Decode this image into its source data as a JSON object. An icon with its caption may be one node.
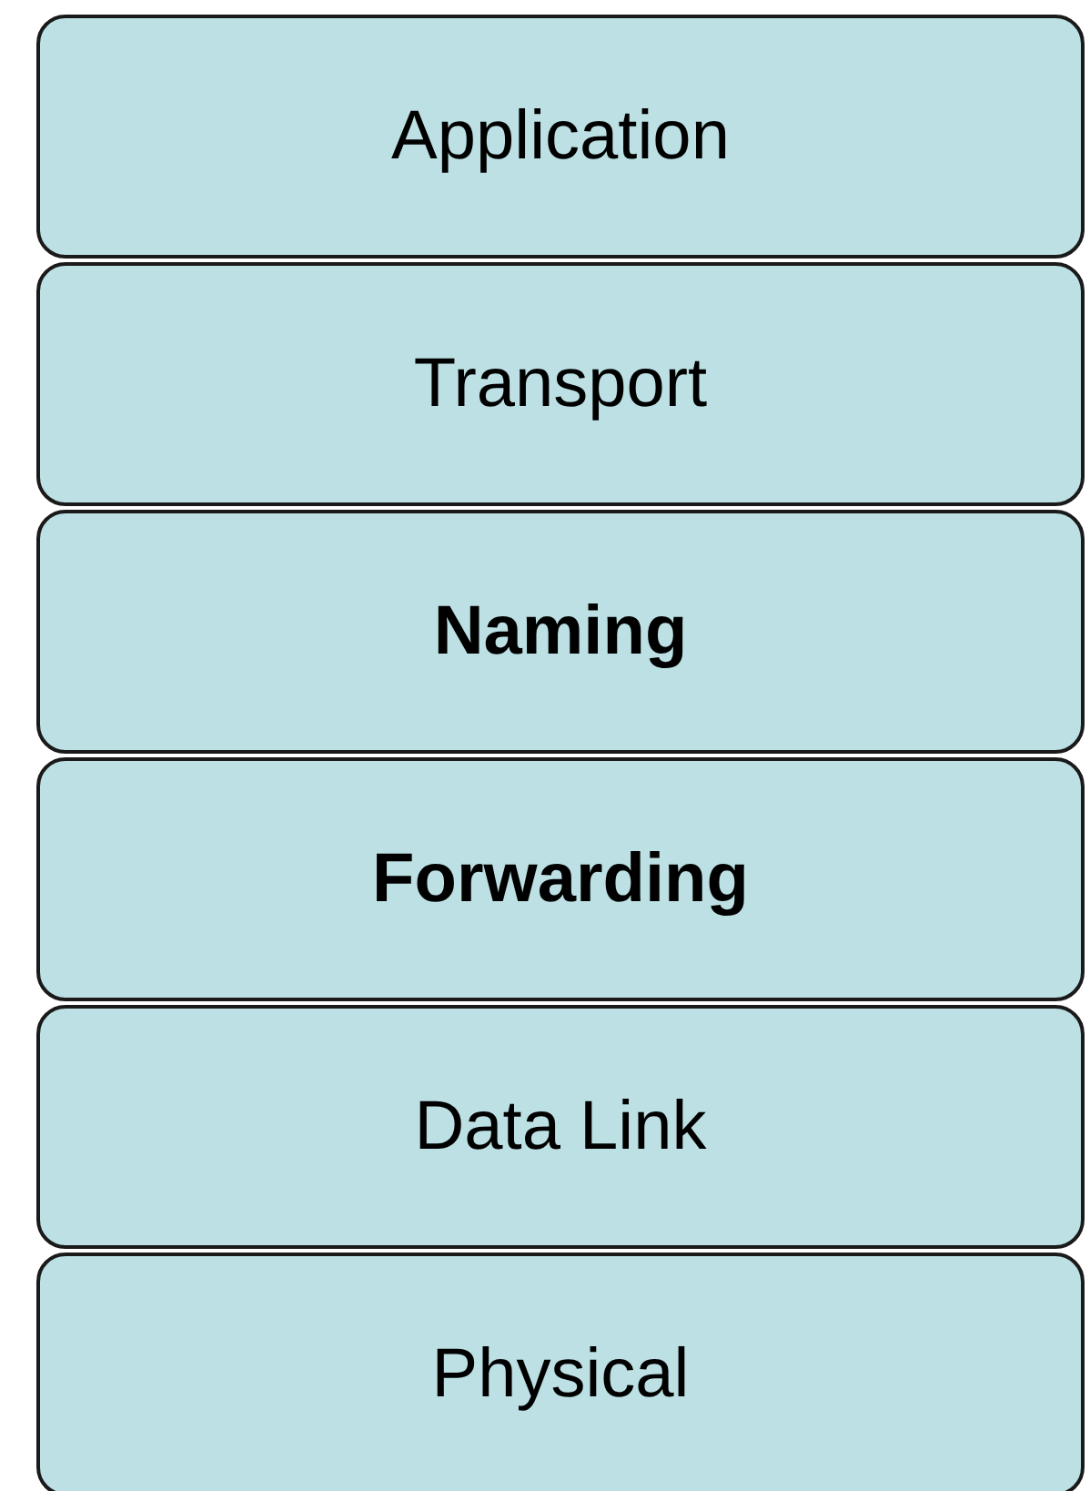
{
  "diagram": {
    "nodes": [
      {
        "text": [
          "Application"
        ]
      },
      {
        "text": [
          "Transport"
        ]
      },
      {
        "text": [
          "Naming"
        ]
      },
      {
        "text": [
          "Forwarding"
        ]
      },
      {
        "text": [
          "Data Link"
        ]
      },
      {
        "text": [
          "Physical"
        ]
      }
    ]
  }
}
